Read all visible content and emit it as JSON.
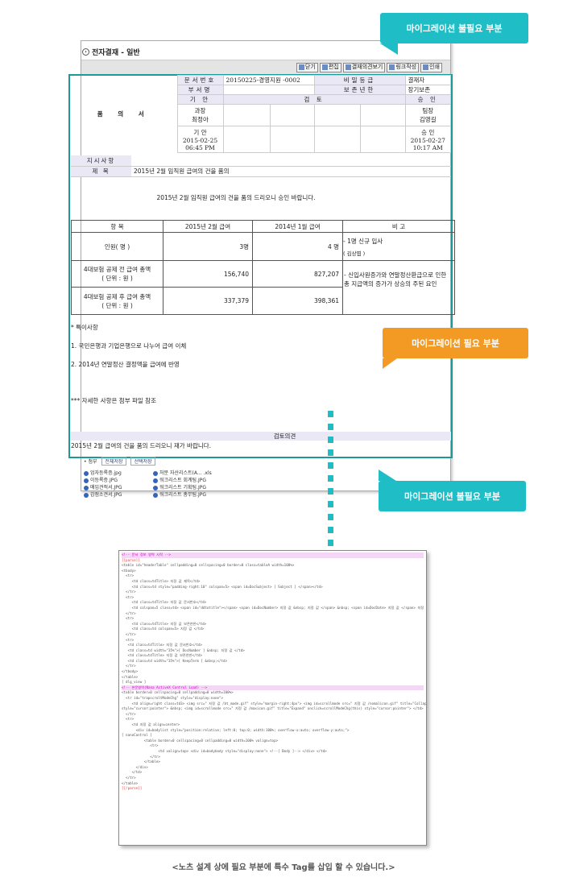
{
  "window": {
    "title": "전자결재 - 일반",
    "toolbar": [
      "닫기",
      "편집",
      "결재의견보기",
      "링크작성",
      "인쇄"
    ]
  },
  "header": {
    "doc_title": "품 의 서",
    "doc_no_label": "문서번호",
    "doc_no": "20150225-경영지원 -0002",
    "security_label": "비밀등급",
    "security": "결재자",
    "dept_label": "부서명",
    "dept": "",
    "retention_label": "보존년한",
    "retention": "장기보존",
    "draft_label": "기 안",
    "review_label": "검 토",
    "approve_label": "승 인",
    "drafter_title": "과장",
    "drafter_name": "최정아",
    "approver_title": "팀장",
    "approver_name": "김영길",
    "draft_status": "기 안",
    "draft_date": "2015-02-25 06:45 PM",
    "approve_status": "승 인",
    "approve_date": "2015-02-27 10:17 AM"
  },
  "instruction_label": "지시사항",
  "subject_label": "제 목",
  "subject": "2015년 2월 임직원 급여의 건을 품의",
  "body_sentence": "2015년 2월 임직원 급여의 건을 품의 드리오니 승인 바랍니다.",
  "table": {
    "headers": [
      "항 목",
      "2015년 2월 급여",
      "2014년 1월 급여",
      "비 고"
    ],
    "rows": [
      {
        "item": "인원( 명 )",
        "feb": "3명",
        "jan": "4 명",
        "note1": "- 1명 신규 입사",
        "note2": "( 김상엽 )"
      },
      {
        "item": "4대보험 공제 전 급여 총액",
        "unit": "( 단위 : 원 )",
        "feb": "156,740",
        "jan": "827,207",
        "note1": "- 신입사원증가와 연말정산환급으로 인한 총 지급액의 증가가 상승의 주된 요인"
      },
      {
        "item": "4대보험 공제 후 급여 총액",
        "unit": "( 단위 : 원 )",
        "feb": "337,379",
        "jan": "398,361"
      }
    ]
  },
  "notes": {
    "title": "* 특이사항",
    "items": [
      "1. 국민은행과 기업은행으로 나누어 급여 이체",
      "2. 2014년 연말정산 결정액을 급여에 반영"
    ],
    "footer": "*** 자세한 사항은 첨부 파일 참조"
  },
  "review": {
    "label": "검토의견",
    "text": "2015년 2월 급여의 건을 품의 드리오니 재가 바랍니다."
  },
  "attachments": {
    "label": "• 첨부",
    "save_all": "전체저장",
    "save_selected": "선택저장",
    "files": [
      "업자등록증.jpg",
      "처분 자산리스트(A... .xls",
      "이등록증.JPG",
      "워크리스트 회계팀.JPG",
      "매입견적서.JPG",
      "워크리스트 기획팀.JPG",
      "감점소견서.JPG",
      "워크리스트 총무팀.JPG"
    ]
  },
  "callouts": {
    "top": "마이그레이션 불필요 부분",
    "middle": "마이그레이션 필요 부분",
    "bottom": "마이그레이션 불필요 부분"
  },
  "code_lines": [
    "<!-- 문서 정보 영역 시작 -->",
    "[[parse]]",
    "<table id=\"headerTable\" cellpadding=0 cellspacing=0 border=0 class=tableA width=100%>",
    "<tbody>",
    "  <tr>",
    "     <td class=tdTitle> 지정 값 제목</td>",
    "     <td class=td style=\"padding-right:10\" colspan=5> <span id=DocSubject> [ Subject ] </span></td>",
    "  </tr>",
    "  <tr>",
    "     <td class=tdTitle> 지정 값 문서번호</td>",
    "     <td colspan=5 class=td> <span id=\"ddtotitle\"></span> <span id=DocNumber> 지정 값 &nbsp; 지정 값 </span> &nbsp; <span id=DocDate> 지정 값 </span> 지정 값 </td>",
    "  </tr>",
    "  <tr>",
    "     <td class=tdTitle> 지정 값 보존연한</td>",
    "     <td class=td colspan=5> 지정 값 </td>",
    "  </tr>",
    "",
    "  <tr>",
    "   <td class=tdTitle> 지정 값 문서번호</td>",
    "   <td class=td width=\"35%\">[ DocNumber ] &nbsp; 지정 값 </td>",
    "   <td class=tdTitle> 지정 값 보존연한</td>",
    "   <td class=td width=\"35%\">[ KeepTerm ] &nbsp;</td>",
    "  </tr>",
    "</tbody>",
    "</table>",
    "[ dlg_view ]",
    "<!-- 본문영역(Nana ActiveX Control Load) -->",
    "<table border=0 cellspacing=0 cellpadding=0 width=100%>",
    "  <tr id=\"trapscroltModeChg\" style=\"display:none\">",
    "     <td align=right class=td3> <img src=\" 지정 값 /bt_mode.gif\" style=\"margin-right:4px\"> <img id=scrollmode src=\" 지정 값 /nomalicon.gif\" title=\"Collapse\" onclick=scrollModeChg(this)",
    "style=\"cursor:pointer\"> &nbsp; <img id=scrollmode src=\" 지정 값 /maxicon.gif\" title=\"Expand\" onclick=scrollModeChg(this) style=\"cursor:pointer\"> </td>",
    "  </tr>",
    "  <tr>",
    "     <td 지정 값 align=center>",
    "       <div id=bodylist style=\"position:relative; left:0; top:0; width:100%; overflow-x:auto; overflow-y:auto;\">",
    "[ nanoControl ]",
    "           <table border=0 cellspacing=0 cellpadding=0 width=100% valign=top>",
    "              <tr>",
    "                  <td valign=top> <div id=bodybody style=\"display:none\"> <!--[ Body ]--> </div> </td>",
    "              </tr>",
    "           </table>",
    "       </div>",
    "     </td>",
    "  </tr>",
    "</table>",
    "[[/parse]]"
  ],
  "caption": "<노츠 설계 상에 필요 부분에 특수 Tag를 삽입 할 수 있습니다.>"
}
